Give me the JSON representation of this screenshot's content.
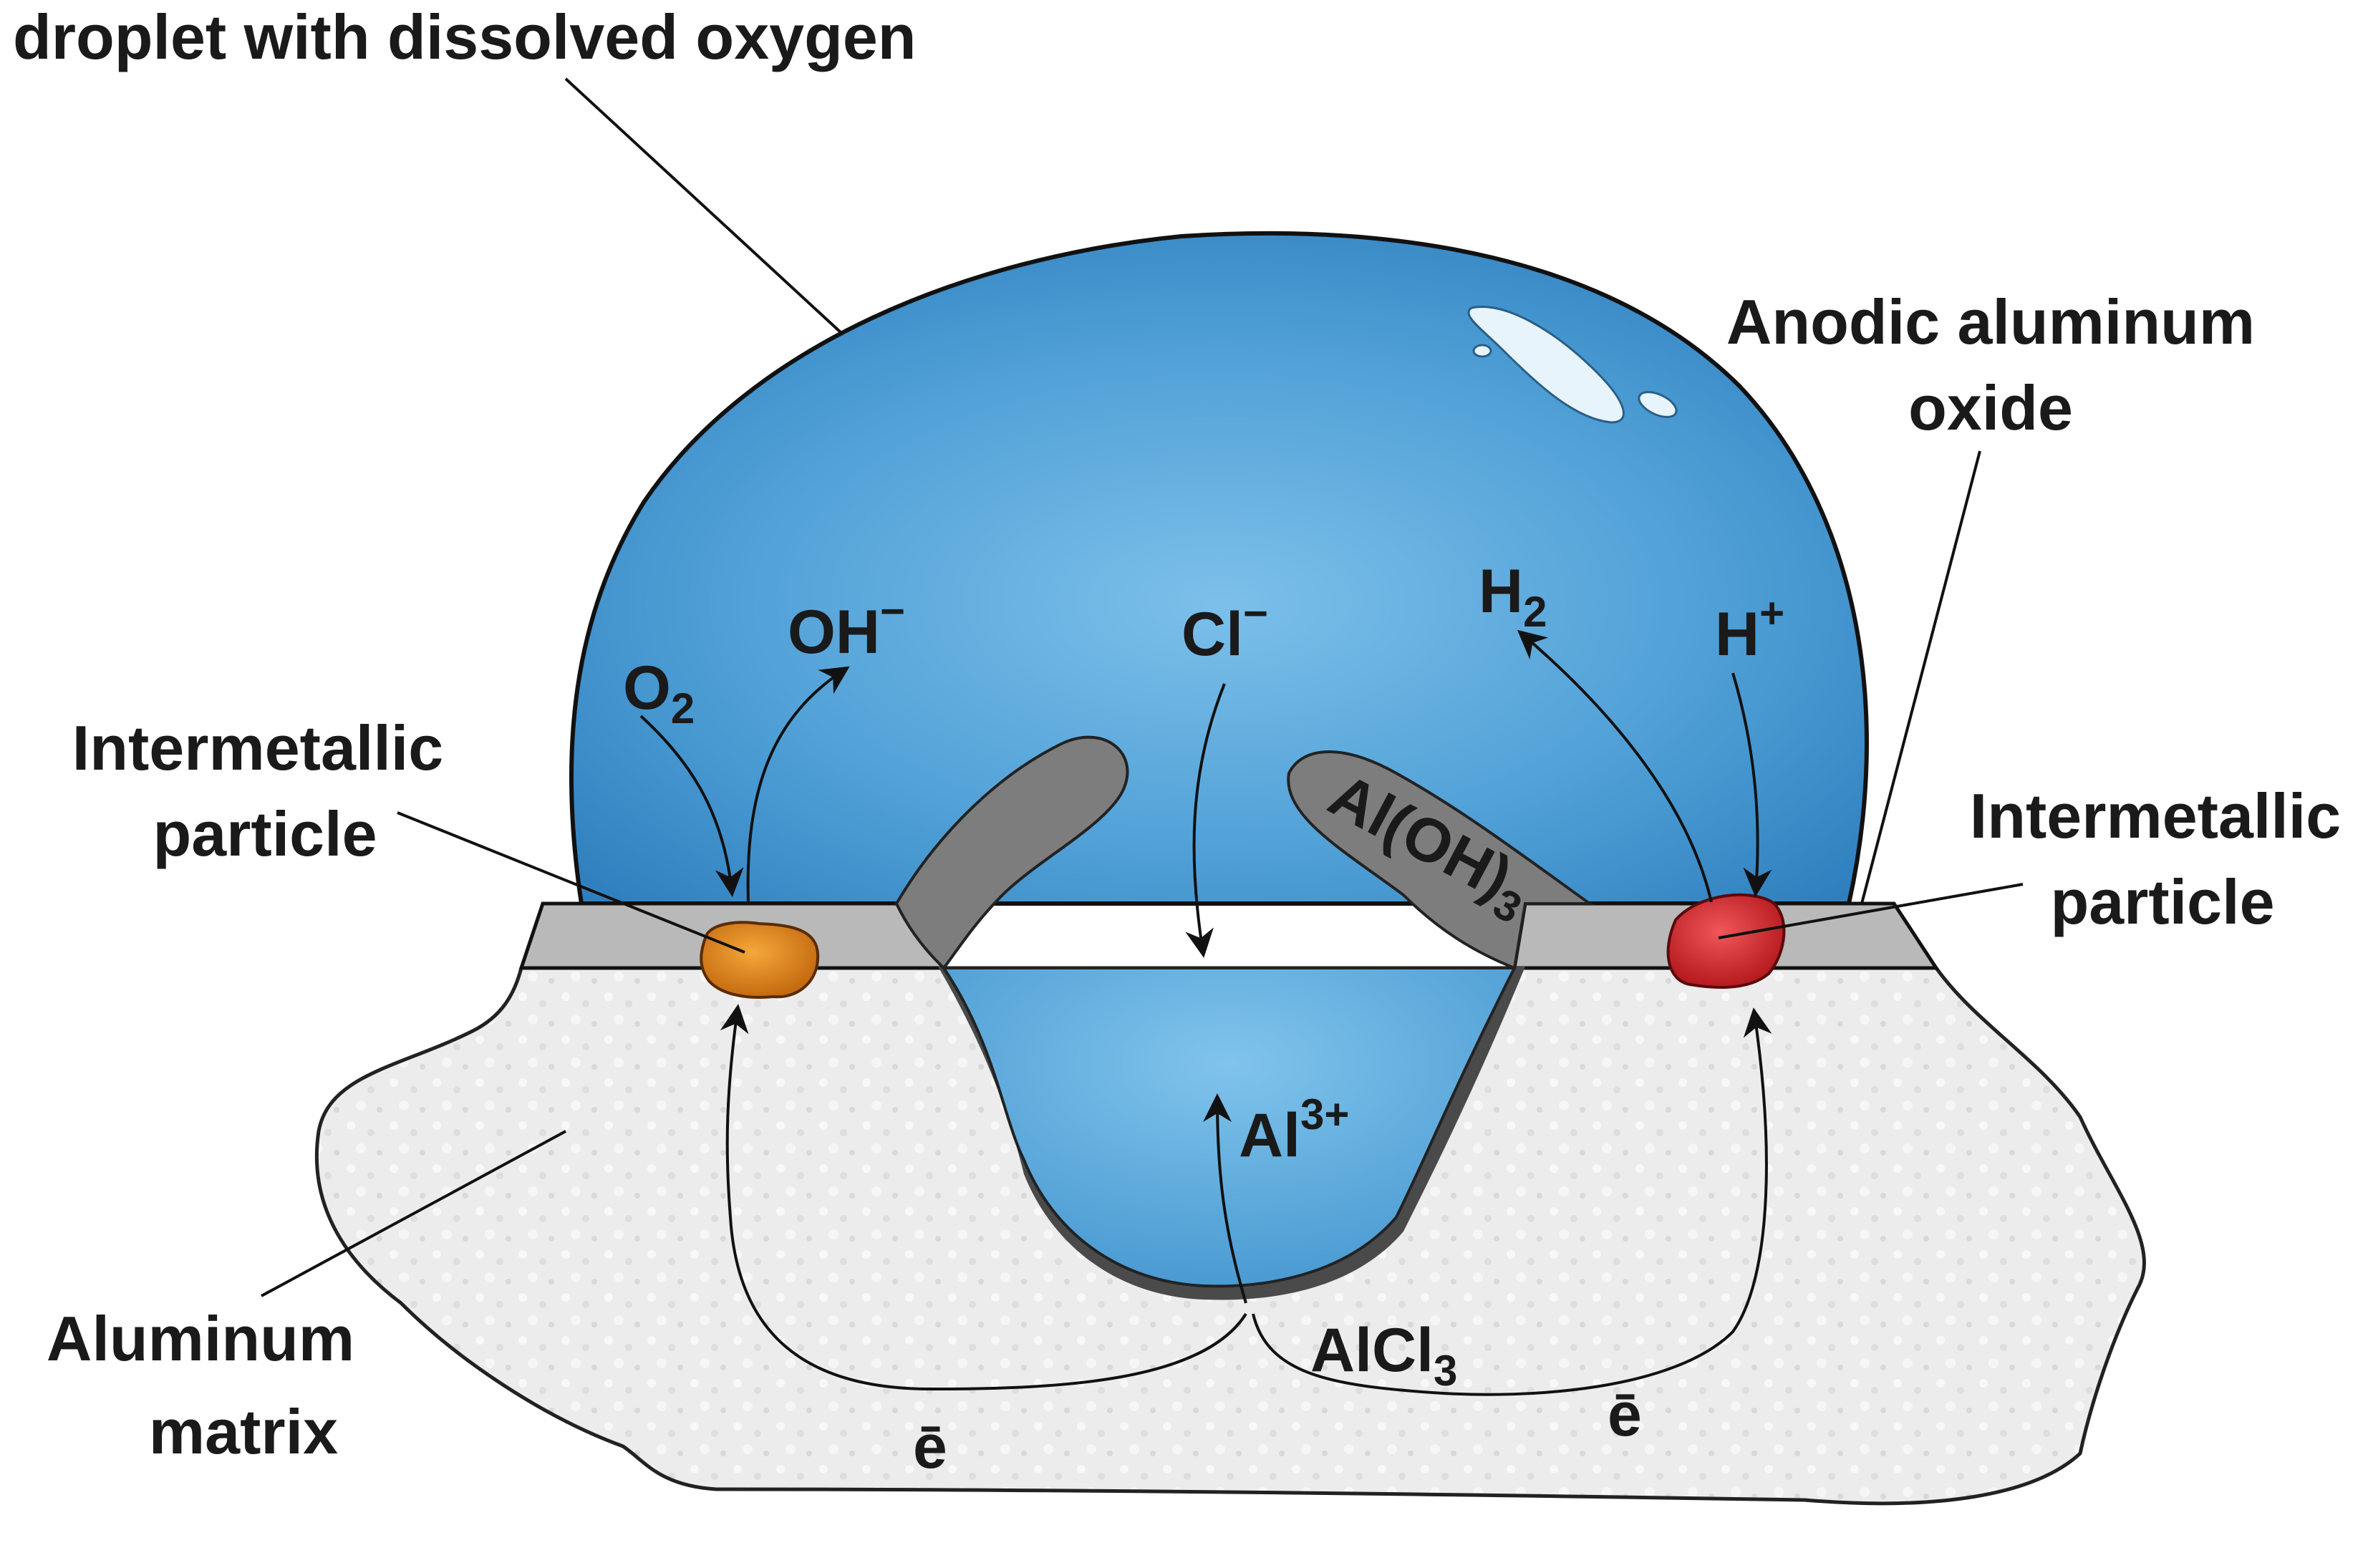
{
  "labels": {
    "droplet": "droplet with dissolved oxygen",
    "anodic_line1": "Anodic aluminum",
    "anodic_line2": "oxide",
    "im_left_line1": "Intermetallic",
    "im_left_line2": "particle",
    "im_right_line1": "Intermetallic",
    "im_right_line2": "particle",
    "matrix_line1": "Aluminum",
    "matrix_line2": "matrix"
  },
  "species": {
    "o2": "O",
    "o2_sub": "2",
    "oh": "OH",
    "oh_sup": "−",
    "cl": "Cl",
    "cl_sup": "−",
    "h2": "H",
    "h2_sub": "2",
    "hplus": "H",
    "hplus_sup": "+",
    "aloh3": "Al(OH)",
    "aloh3_sub": "3",
    "al3": "Al",
    "al3_sup": "3+",
    "alcl3": "AlCl",
    "alcl3_sub": "3",
    "electron_left": "ē",
    "electron_right": "ē"
  },
  "colors": {
    "droplet": "#5ea8dc",
    "droplet_dark": "#2f7fbf",
    "oxide": "#b9b9b9",
    "matrix": "#ededed",
    "hydroxide": "#7d7d7d",
    "particle_left": "#e0841a",
    "particle_right": "#d8282c"
  }
}
